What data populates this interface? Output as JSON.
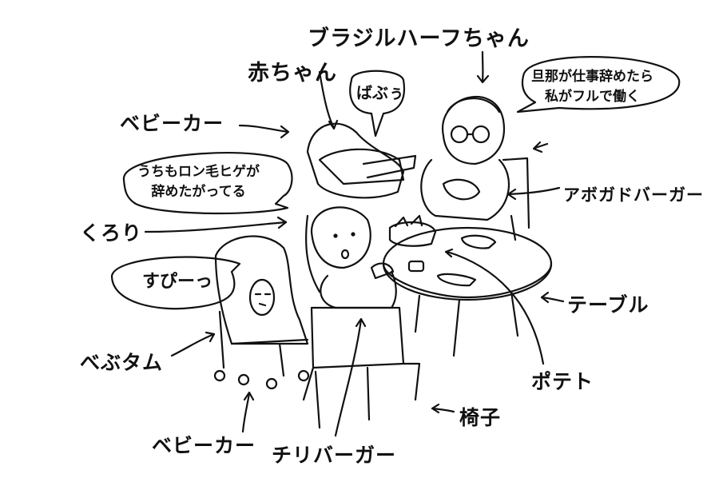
{
  "labels": {
    "brazil_half": "ブラジルハーフちゃん",
    "baby": "赤ちゃん",
    "stroller_top": "ベビーカー",
    "avocado_burger": "アボガドバーガー",
    "kurori": "くろり",
    "table": "テーブル",
    "bebutamu": "べぶタム",
    "potato": "ポテト",
    "chair": "椅子",
    "stroller_bottom": "ベビーカー",
    "chili_burger": "チリバーガー"
  },
  "bubbles": {
    "babu": "ばぶぅ",
    "husband_line1": "旦那が仕事辞めたら",
    "husband_line2": "私がフルで働く",
    "longhair_line1": "うちもロン毛ヒゲが",
    "longhair_line2": "辞めたがってる",
    "suppi": "すぴーっ"
  },
  "colors": {
    "ink": "#111111",
    "paper": "#ffffff"
  }
}
